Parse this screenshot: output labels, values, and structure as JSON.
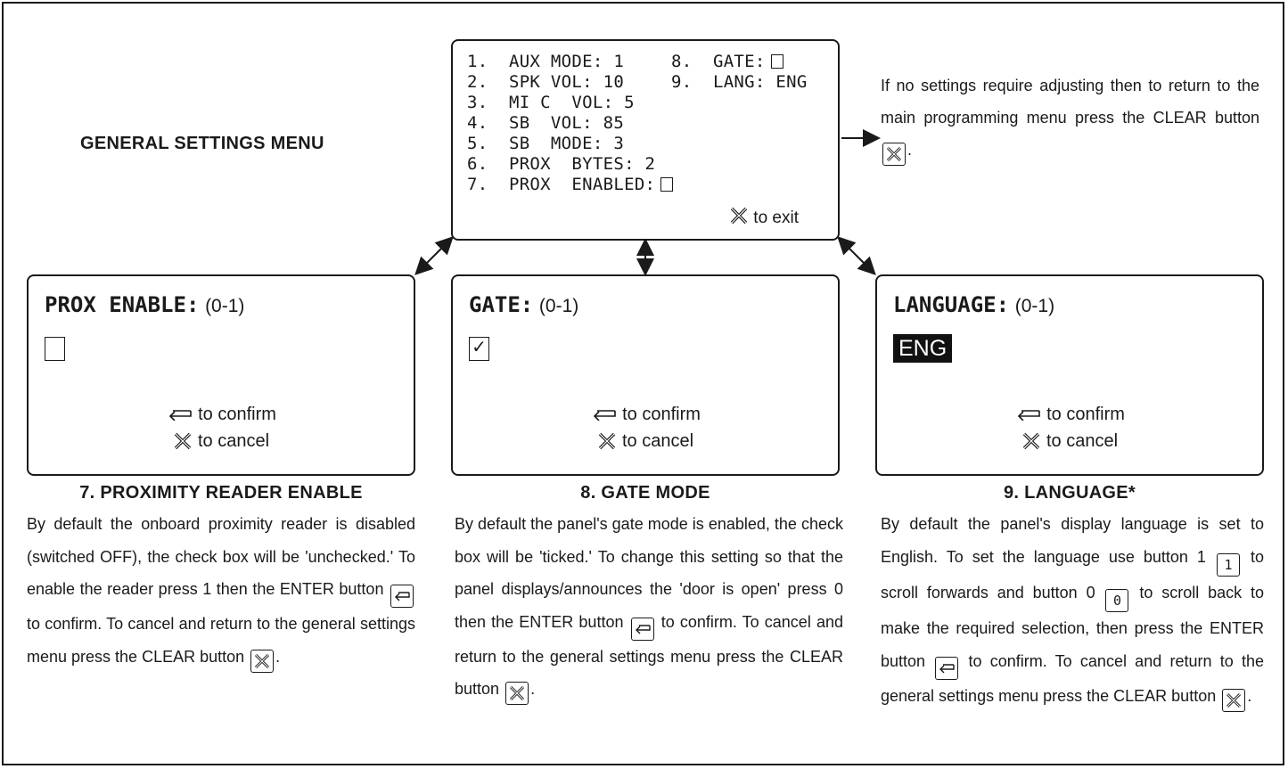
{
  "page_title": "GENERAL SETTINGS MENU",
  "main_menu": {
    "lines_left": [
      "1.  AUX MODE: 1",
      "2.  SPK VOL: 10",
      "3.  MI C  VOL: 5",
      "4.  SB  VOL: 85",
      "5.  SB  MODE: 3",
      "6.  PROX  BYTES: 2",
      "7.  PROX  ENABLED:"
    ],
    "lines_right": [
      "8.  GATE:",
      "9.  LANG: ENG"
    ],
    "exit_label": "to exit"
  },
  "side_note": {
    "text_before": "If no settings require adjusting then to return to the main programming menu press the CLEAR button",
    "text_after": "."
  },
  "sub_screens": [
    {
      "title": "PROX  ENABLE:",
      "range": "(0-1)",
      "value": "",
      "confirm_label": "to confirm",
      "cancel_label": "to cancel"
    },
    {
      "title": "GATE:",
      "range": "(0-1)",
      "value": "✓",
      "confirm_label": "to confirm",
      "cancel_label": "to cancel"
    },
    {
      "title": "LANGUAGE:",
      "range": "(0-1)",
      "value": "ENG",
      "confirm_label": "to confirm",
      "cancel_label": "to cancel"
    }
  ],
  "sections": [
    {
      "heading": "7. PROXIMITY READER ENABLE",
      "p1": "By default the onboard proximity reader is disabled (switched OFF), the check box will be 'unchecked.' To enable the reader press 1 then the ENTER button",
      "p2": "to confirm. To cancel and return to the general settings menu press the CLEAR button",
      "p3": "."
    },
    {
      "heading": "8. GATE MODE",
      "p1": "By default the panel's gate mode is enabled, the check box will be 'ticked.' To change this setting so that the panel displays/announces the 'door is open' press 0 then the ENTER button",
      "p2": "to confirm. To cancel and return to the general settings menu press the CLEAR button",
      "p3": "."
    },
    {
      "heading": "9. LANGUAGE*",
      "p1": "By default the panel's display language is set to English. To set the language use button 1",
      "key1": "1",
      "p2": "to scroll forwards and button 0",
      "key0": "0",
      "p3": "to scroll back to make the required selection, then press the ENTER button",
      "p4": "to confirm. To cancel and return to the general settings menu press the CLEAR button",
      "p5": "."
    }
  ],
  "icons": {
    "clear": "clear-x-icon",
    "enter": "enter-arrow-icon"
  }
}
